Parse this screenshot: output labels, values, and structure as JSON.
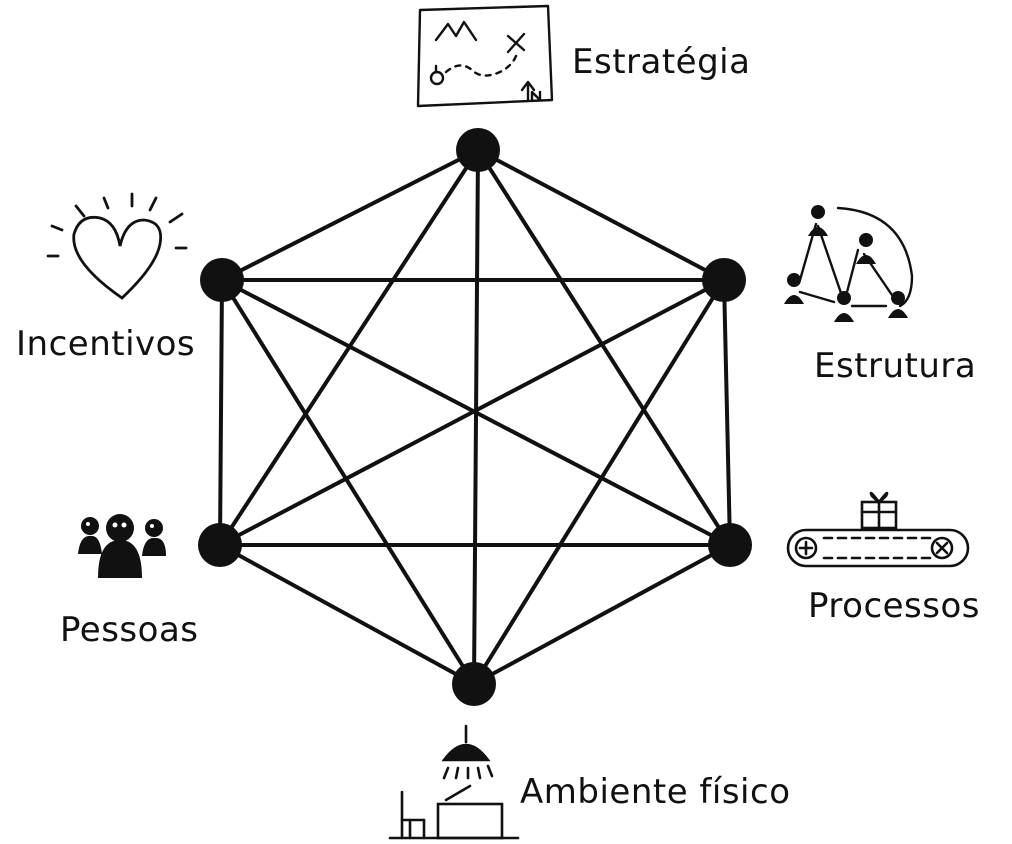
{
  "nodes": [
    {
      "id": "estrategia",
      "label": "Estratégia",
      "icon": "treasure-map-icon"
    },
    {
      "id": "estrutura",
      "label": "Estrutura",
      "icon": "org-chart-people-icon"
    },
    {
      "id": "processos",
      "label": "Processos",
      "icon": "conveyor-belt-gift-icon"
    },
    {
      "id": "ambiente",
      "label": "Ambiente físico",
      "icon": "desk-lamp-chair-icon"
    },
    {
      "id": "pessoas",
      "label": "Pessoas",
      "icon": "group-of-people-icon"
    },
    {
      "id": "incentivos",
      "label": "Incentivos",
      "icon": "heart-icon"
    }
  ],
  "edges": [
    [
      "estrategia",
      "estrutura"
    ],
    [
      "estrategia",
      "processos"
    ],
    [
      "estrategia",
      "ambiente"
    ],
    [
      "estrategia",
      "pessoas"
    ],
    [
      "estrategia",
      "incentivos"
    ],
    [
      "estrutura",
      "processos"
    ],
    [
      "estrutura",
      "ambiente"
    ],
    [
      "estrutura",
      "pessoas"
    ],
    [
      "estrutura",
      "incentivos"
    ],
    [
      "processos",
      "ambiente"
    ],
    [
      "processos",
      "pessoas"
    ],
    [
      "processos",
      "incentivos"
    ],
    [
      "ambiente",
      "pessoas"
    ],
    [
      "ambiente",
      "incentivos"
    ],
    [
      "pessoas",
      "incentivos"
    ]
  ],
  "colors": {
    "ink": "#111111",
    "background": "#ffffff"
  }
}
